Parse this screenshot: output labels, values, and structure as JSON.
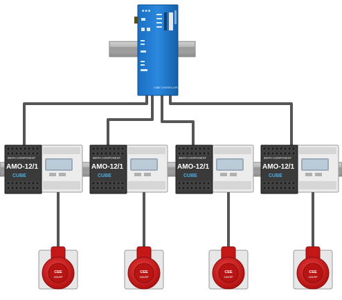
{
  "controller": {
    "label_top": "■ ■ ■",
    "label_bottom": "CUBE CONTROLLER"
  },
  "modules": [
    {
      "brand": "IBKPA COMPONENT",
      "model": "AMO-12/1",
      "tag": "CUBE"
    },
    {
      "brand": "IBKPA COMPONENT",
      "model": "AMO-12/1",
      "tag": "CUBE"
    },
    {
      "brand": "IBKPA COMPONENT",
      "model": "AMO-12/1",
      "tag": "CUBE"
    },
    {
      "brand": "IBKPA COMPONENT",
      "model": "AMO-12/1",
      "tag": "CUBE"
    }
  ],
  "sockets": [
    {
      "line1": "CEE",
      "line2": "16A/5P"
    },
    {
      "line1": "CEE",
      "line2": "16A/5P"
    },
    {
      "line1": "CEE",
      "line2": "16A/5P"
    },
    {
      "line1": "CEE",
      "line2": "16A/5P"
    }
  ],
  "colors": {
    "controller_blue": "#1a73c9",
    "rail": "#b4b4b4",
    "cable": "#555555",
    "module_body": "#3a3a3a",
    "meter_body": "#e4e4e4",
    "lcd": "#b9c9d6",
    "socket_red": "#d01a1a"
  }
}
